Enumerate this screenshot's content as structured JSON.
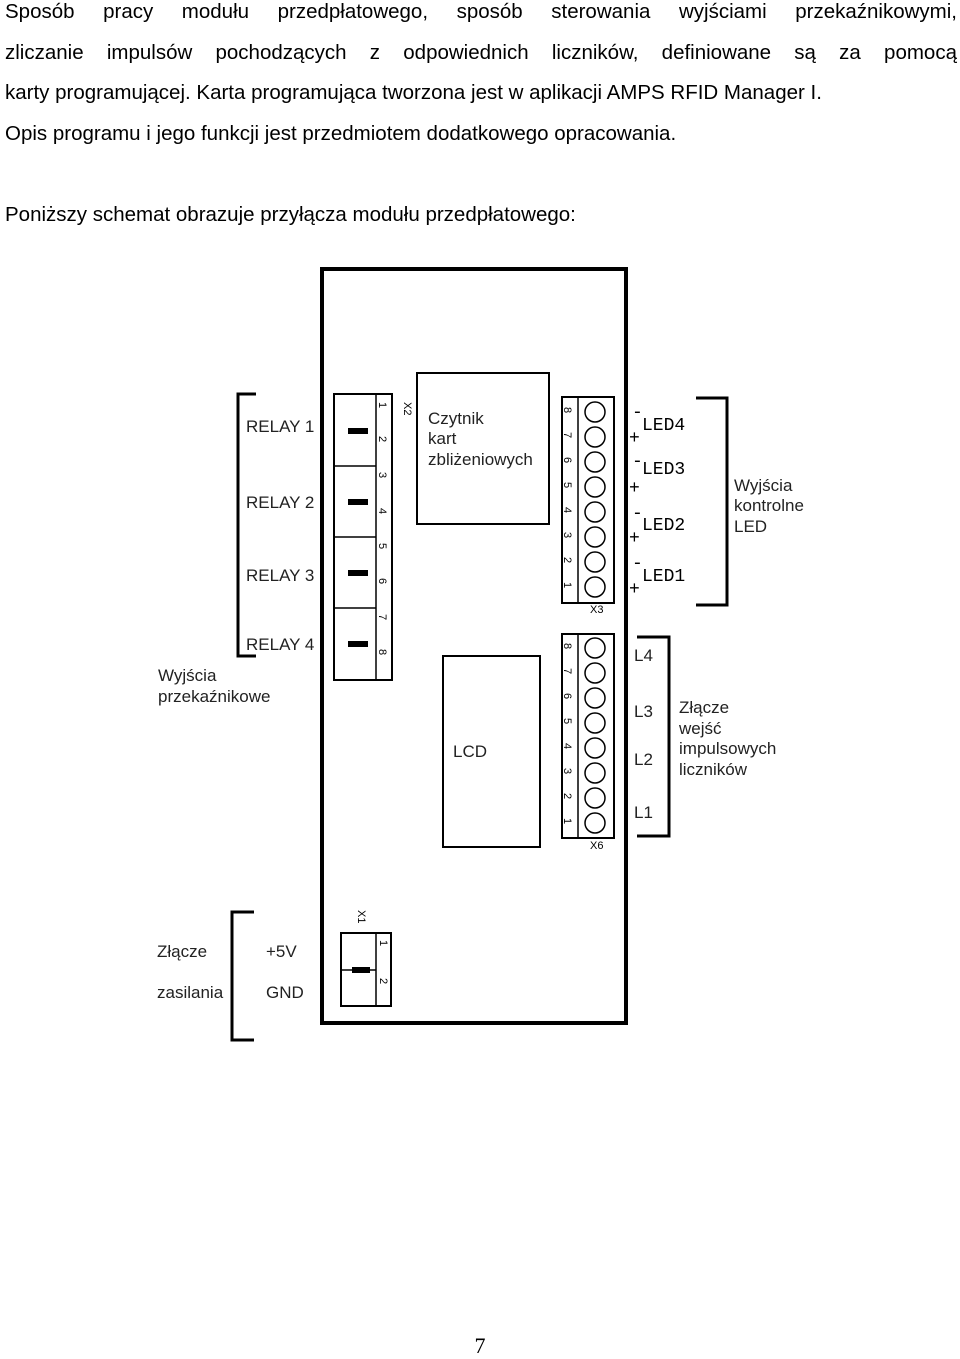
{
  "intro": {
    "lines": [
      "Sposób pracy modułu przedpłatowego, sposób sterowania wyjściami przekaźnikowymi,",
      "zliczanie impulsów pochodzących z odpowiednich liczników, definiowane są za pomocą",
      "karty programującej. Karta programująca tworzona jest w aplikacji AMPS RFID Manager I.",
      "Opis programu i jego funkcji jest przedmiotem dodatkowego opracowania."
    ]
  },
  "diagram_caption": "Poniższy schemat obrazuje przyłącza modułu przedpłatowego:",
  "diagram": {
    "relays": [
      "RELAY 1",
      "RELAY 2",
      "RELAY 3",
      "RELAY 4"
    ],
    "relay_group_label": [
      "Wyjścia",
      "przekaźnikowe"
    ],
    "x2_label": "X2",
    "x2_pins": [
      "1",
      "2",
      "3",
      "4",
      "5",
      "6",
      "7",
      "8"
    ],
    "reader_label": [
      "Czytnik",
      "kart",
      "zbliżeniowych"
    ],
    "x3_label": "X3",
    "x3_pins": [
      "8",
      "7",
      "6",
      "5",
      "4",
      "3",
      "2",
      "1"
    ],
    "leds": [
      "LED4",
      "LED3",
      "LED2",
      "LED1"
    ],
    "led_group_label": [
      "Wyjścia",
      "kontrolne",
      "LED"
    ],
    "lcd_label": "LCD",
    "x6_label": "X6",
    "x6_pins": [
      "8",
      "7",
      "6",
      "5",
      "4",
      "3",
      "2",
      "1"
    ],
    "counter_inputs": [
      "L4",
      "L3",
      "L2",
      "L1"
    ],
    "counter_group_label": [
      "Złącze",
      "wejść",
      "impulsowych",
      "liczników"
    ],
    "x1_label": "X1",
    "x1_pins": [
      "1",
      "2"
    ],
    "power_group_label": [
      "Złącze",
      "zasilania"
    ],
    "power_pins": [
      "+5V",
      "GND"
    ]
  },
  "page_number": "7"
}
